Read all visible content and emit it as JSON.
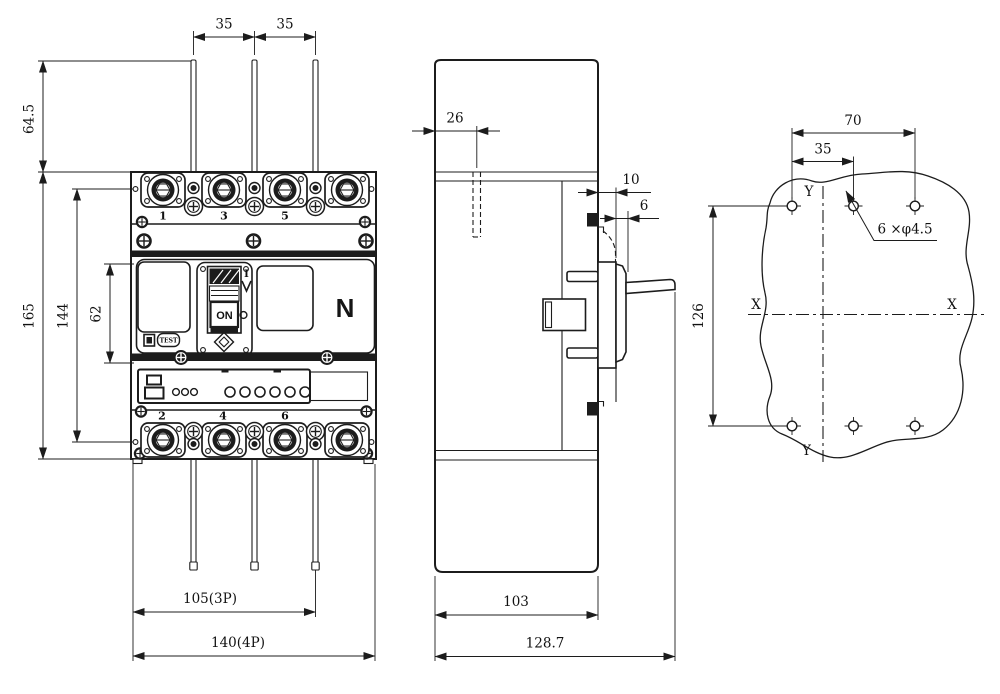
{
  "views": {
    "front": {
      "dims": {
        "pitch_a": "35",
        "pitch_b": "35",
        "pin_height": "64.5",
        "height": "165",
        "mount_pitch": "144",
        "cover": "62",
        "width_3p": "105(3P)",
        "width_4p": "140(4P)"
      },
      "poles": {
        "p1": "1",
        "p3": "3",
        "p5": "5",
        "p2": "2",
        "p4": "4",
        "p6": "6"
      },
      "labels": {
        "on": "ON",
        "i_mark": "I",
        "test": "TEST",
        "neutral": "N"
      }
    },
    "side": {
      "dims": {
        "slot": "26",
        "face": "10",
        "plate": "6",
        "depth": "103",
        "total": "128.7"
      }
    },
    "mount": {
      "dims": {
        "span": "70",
        "half": "35",
        "rows": "126"
      },
      "hole_callout": "6 ×φ4.5",
      "axes": {
        "x_left": "X",
        "x_right": "X",
        "y_top": "Y",
        "y_bottom": "Y"
      }
    }
  }
}
